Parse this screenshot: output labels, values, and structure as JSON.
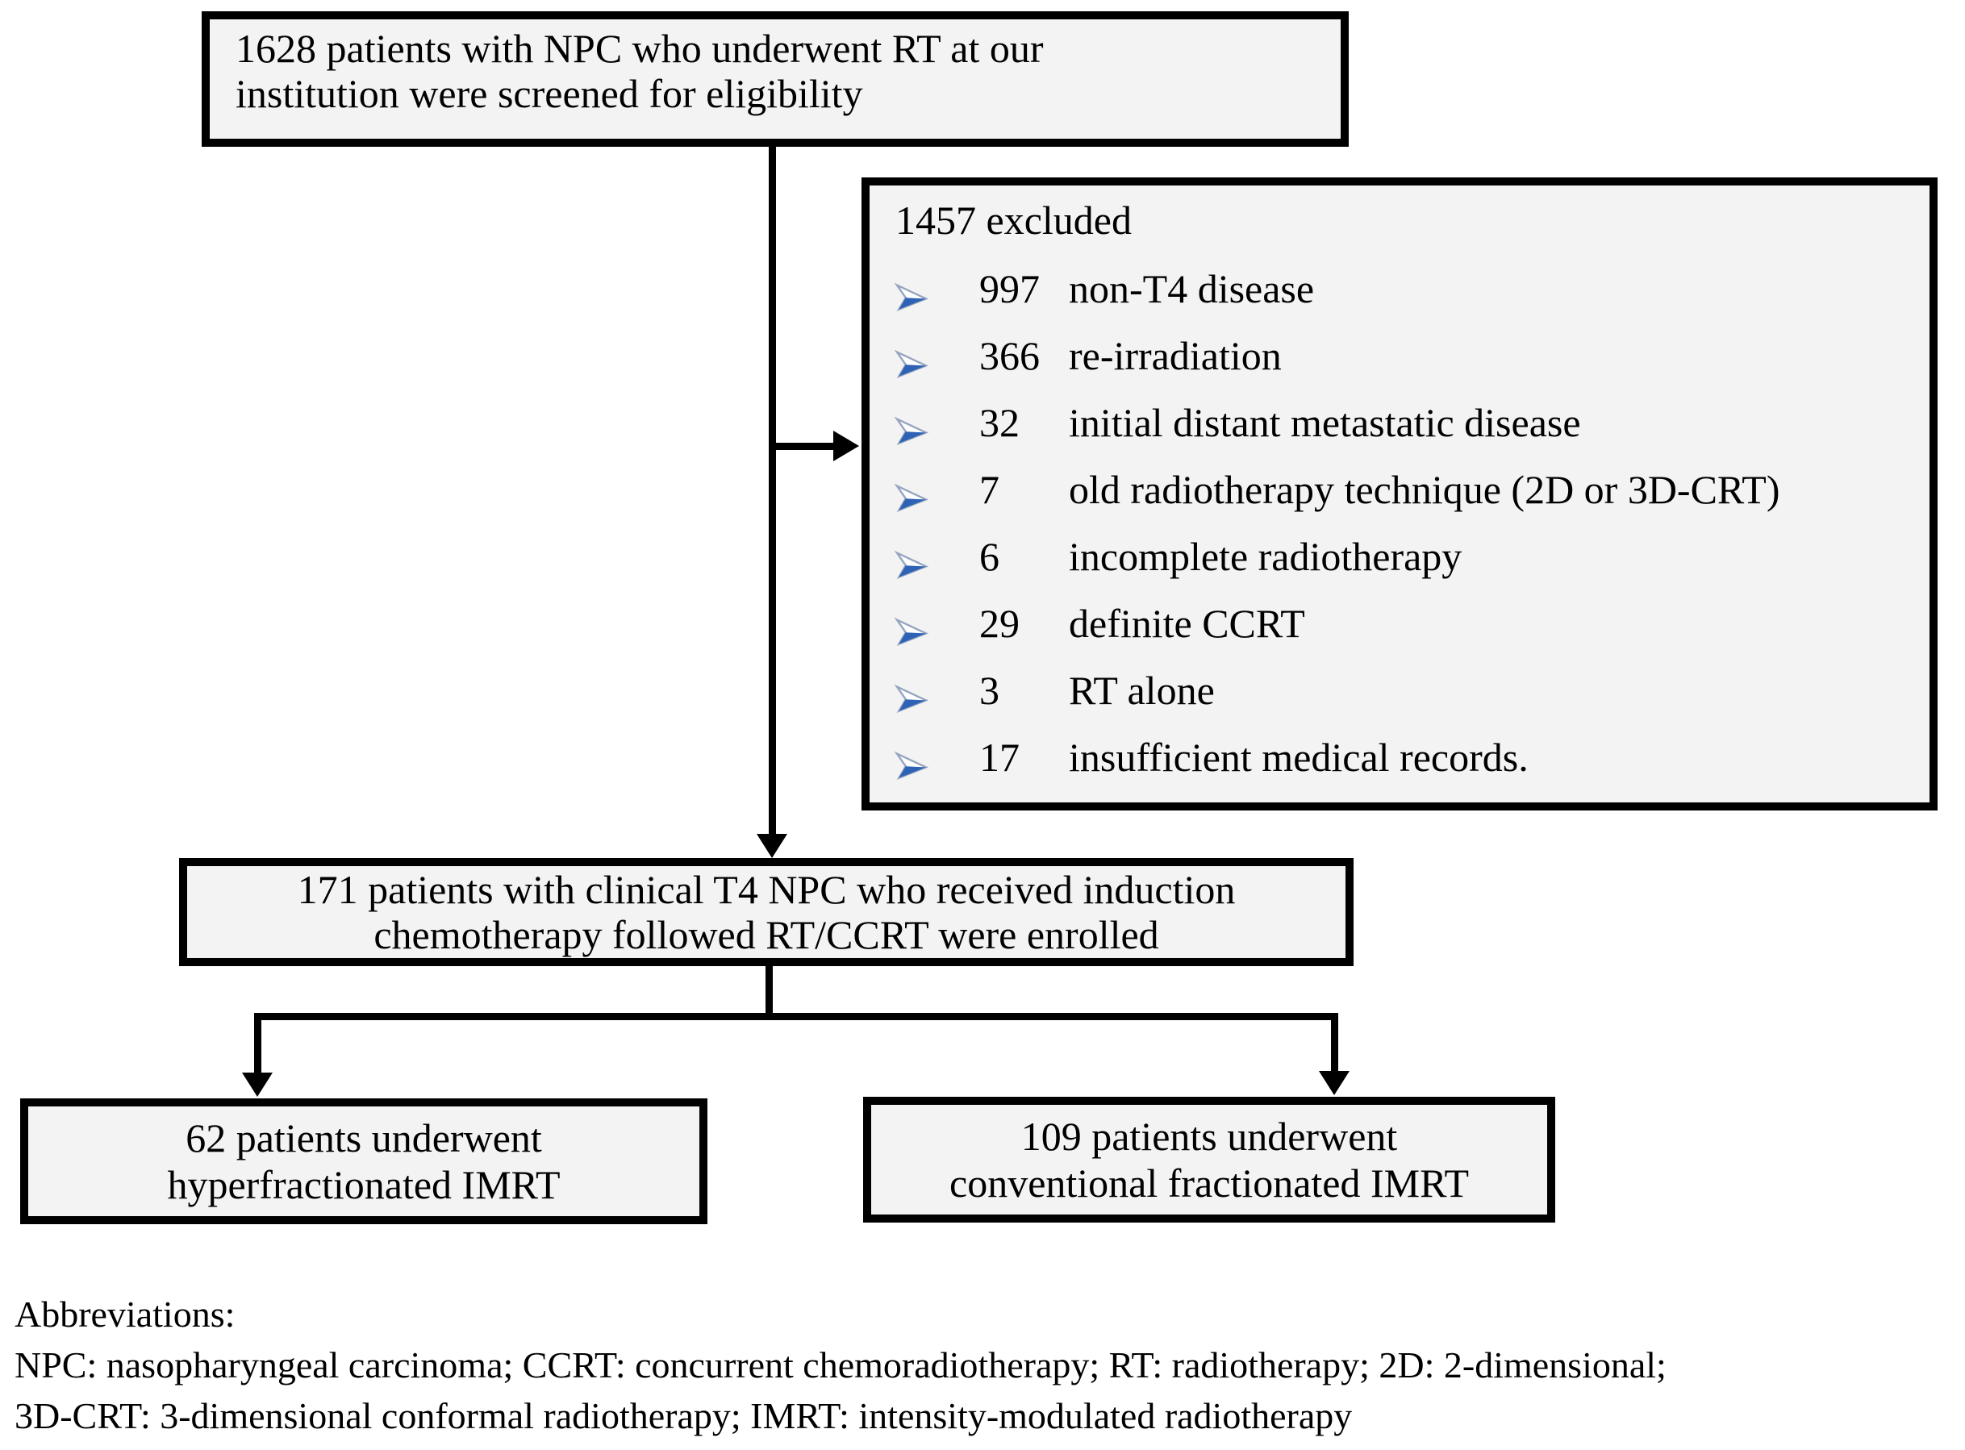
{
  "flowchart": {
    "screening_box": {
      "lines": [
        "1628 patients with NPC who underwent RT at our",
        "institution were screened for eligibility"
      ]
    },
    "excluded_box": {
      "title": "1457 excluded",
      "items": [
        {
          "count": "997",
          "reason": "non-T4 disease"
        },
        {
          "count": "366",
          "reason": "re-irradiation"
        },
        {
          "count": "32",
          "reason": "initial distant metastatic disease"
        },
        {
          "count": "7",
          "reason": "old radiotherapy technique (2D or 3D-CRT)"
        },
        {
          "count": "6",
          "reason": "incomplete radiotherapy"
        },
        {
          "count": "29",
          "reason": "definite CCRT"
        },
        {
          "count": "3",
          "reason": "RT alone"
        },
        {
          "count": "17",
          "reason": "insufficient medical records."
        }
      ]
    },
    "enrolled_box": {
      "lines": [
        "171 patients with clinical T4 NPC who received induction",
        "chemotherapy followed RT/CCRT were enrolled"
      ]
    },
    "hyperfractionated_box": {
      "lines": [
        "62 patients underwent",
        "hyperfractionated IMRT"
      ]
    },
    "conventional_box": {
      "lines": [
        "109 patients underwent",
        "conventional fractionated IMRT"
      ]
    },
    "footnote": {
      "title": "Abbreviations:",
      "lines": [
        "NPC: nasopharyngeal carcinoma; CCRT: concurrent chemoradiotherapy; RT: radiotherapy; 2D: 2-dimensional;",
        "3D-CRT: 3-dimensional conformal radiotherapy; IMRT: intensity-modulated radiotherapy"
      ]
    },
    "colors": {
      "box_fill": "#f3f3f3",
      "border": "#000000",
      "bullet_blue": "#2e62b5",
      "bullet_outline": "#96a5c0"
    }
  }
}
